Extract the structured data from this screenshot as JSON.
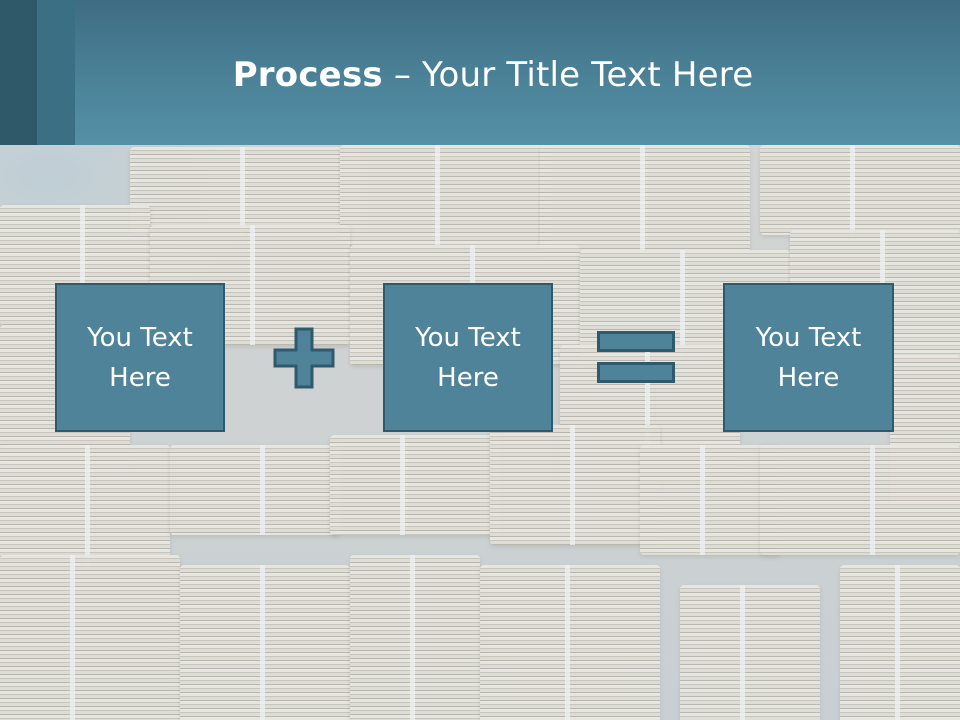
{
  "slide": {
    "title_bold": "Process",
    "title_rest": " – Your Title Text Here"
  },
  "process": {
    "boxes": [
      {
        "line1": "You Text",
        "line2": "Here"
      },
      {
        "line1": "You Text",
        "line2": "Here"
      },
      {
        "line1": "You Text",
        "line2": "Here"
      }
    ],
    "operators": [
      "plus-icon",
      "equals-icon"
    ]
  },
  "colors": {
    "header": "#4b8298",
    "box_fill": "#4f8399",
    "box_border": "#2d5a6c",
    "text": "#ffffff"
  }
}
